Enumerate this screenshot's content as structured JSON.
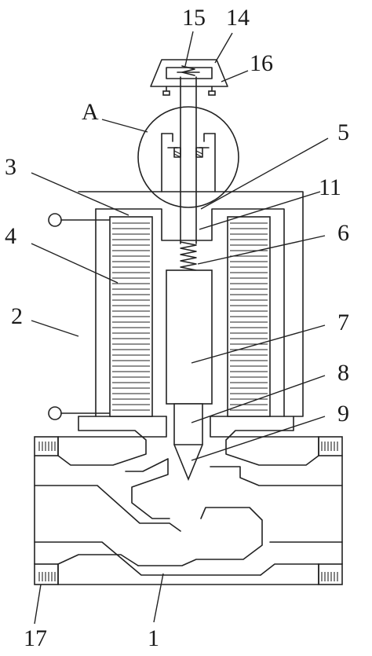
{
  "labels": {
    "n1": "1",
    "n2": "2",
    "n3": "3",
    "n4": "4",
    "n5": "5",
    "n6": "6",
    "n7": "7",
    "n8": "8",
    "n9": "9",
    "n11": "11",
    "n14": "14",
    "n15": "15",
    "n16": "16",
    "n17": "17",
    "detail_a": "A"
  }
}
